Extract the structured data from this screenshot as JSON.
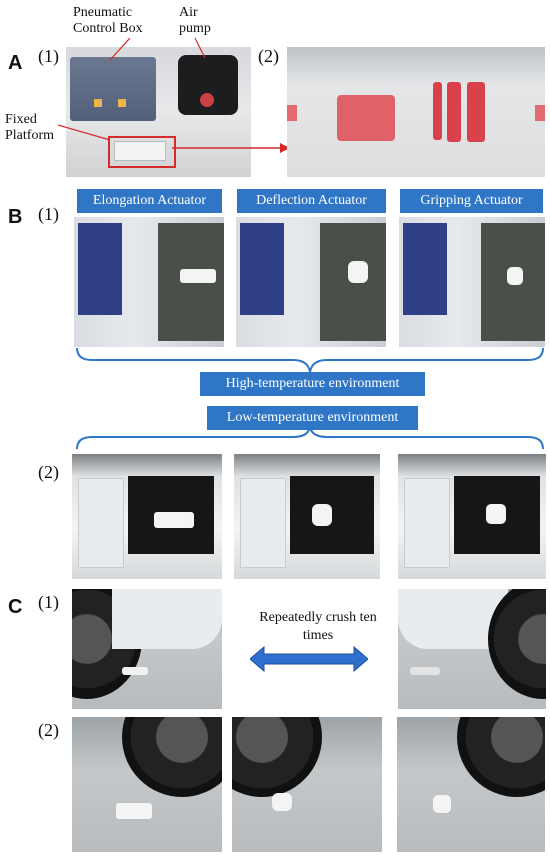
{
  "panels": {
    "A": {
      "letter": "A",
      "sub1": "(1)",
      "sub2": "(2)",
      "labels": {
        "control_box": "Pneumatic Control Box",
        "air_pump": "Air pump",
        "fixed_platform": "Fixed Platform"
      }
    },
    "B": {
      "letter": "B",
      "sub1": "(1)",
      "sub2": "(2)",
      "actuators": [
        "Elongation Actuator",
        "Deflection Actuator",
        "Gripping Actuator"
      ],
      "high_temp": "High-temperature environment",
      "low_temp": "Low-temperature environment"
    },
    "C": {
      "letter": "C",
      "sub1": "(1)",
      "sub2": "(2)",
      "crush_text": "Repeatedly crush ten times"
    }
  },
  "colors": {
    "accent_blue": "#2f77c6",
    "red_box": "#d42a2a",
    "arrow_blue": "#2f6fd0"
  }
}
